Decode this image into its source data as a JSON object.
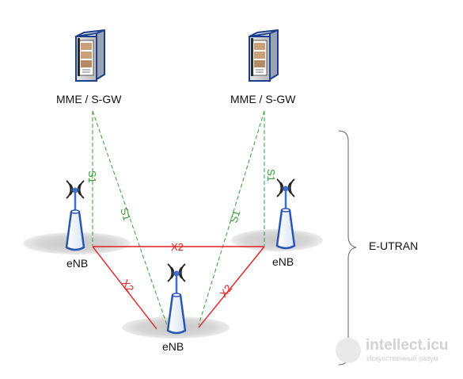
{
  "nodes": {
    "server_left_label": "MME / S-GW",
    "server_right_label": "MME / S-GW",
    "enb_left_label": "eNB",
    "enb_right_label": "eNB",
    "enb_bottom_label": "eNB"
  },
  "links": {
    "s1_a": "S1",
    "s1_b": "S1",
    "s1_c": "S1",
    "s1_d": "S1",
    "x2_top": "X2",
    "x2_left": "X2",
    "x2_right": "X2"
  },
  "group": {
    "label": "E-UTRAN"
  },
  "watermark": {
    "brand": "intellect.icu",
    "tagline": "Искусственный разум"
  },
  "colors": {
    "s1_link": "#3a9a3a",
    "x2_link": "#e02020",
    "antenna": "#3b6fd0",
    "shadow": "#d6d6d6"
  }
}
